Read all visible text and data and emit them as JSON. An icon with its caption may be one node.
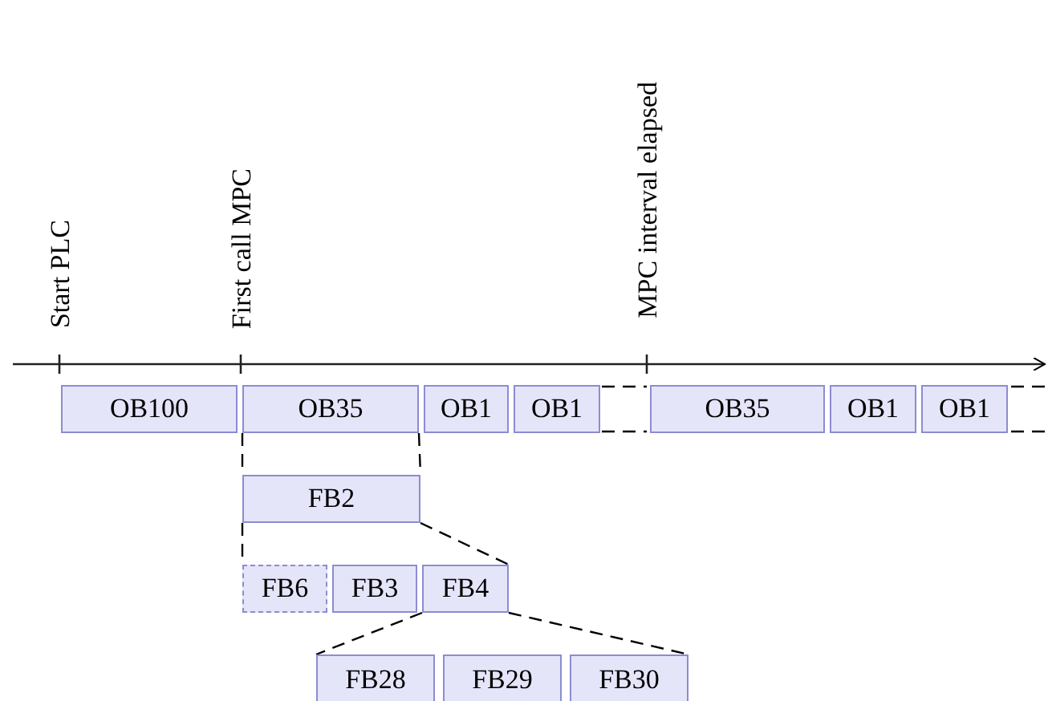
{
  "diagram": {
    "nodes": [
      {
        "text": [
          "OB100"
        ]
      },
      {
        "text": [
          "OB35"
        ]
      },
      {
        "text": [
          "OB1"
        ]
      },
      {
        "text": [
          "OB1"
        ]
      },
      {
        "text": [],
        "shape": "box"
      },
      {
        "text": [
          "OB35"
        ]
      },
      {
        "text": [
          "OB1"
        ]
      },
      {
        "text": [
          "OB1"
        ]
      },
      {
        "text": [],
        "shape": "box"
      },
      {
        "text": [
          "FB2"
        ]
      },
      {
        "text": [
          "FB6"
        ]
      },
      {
        "text": [
          "FB3"
        ]
      },
      {
        "text": [
          "FB4"
        ]
      },
      {
        "text": [
          "FB28"
        ]
      },
      {
        "text": [
          "FB29"
        ]
      },
      {
        "text": [
          "FB30"
        ]
      }
    ],
    "edges": [
      {
        "from": 1,
        "to": 9,
        "arrow": "none",
        "style": "dashed"
      },
      {
        "from": 1,
        "to": 9,
        "arrow": "none",
        "style": "dashed"
      },
      {
        "from": 9,
        "to": 10,
        "arrow": "none",
        "style": "dashed"
      },
      {
        "from": 9,
        "to": 12,
        "arrow": "none",
        "style": "dashed"
      },
      {
        "from": 12,
        "to": 13,
        "arrow": "none",
        "style": "dashed"
      },
      {
        "from": 12,
        "to": 15,
        "arrow": "none",
        "style": "dashed"
      }
    ],
    "labels": [
      "Start PLC",
      "First call MPC",
      "MPC interval elapsed"
    ]
  }
}
